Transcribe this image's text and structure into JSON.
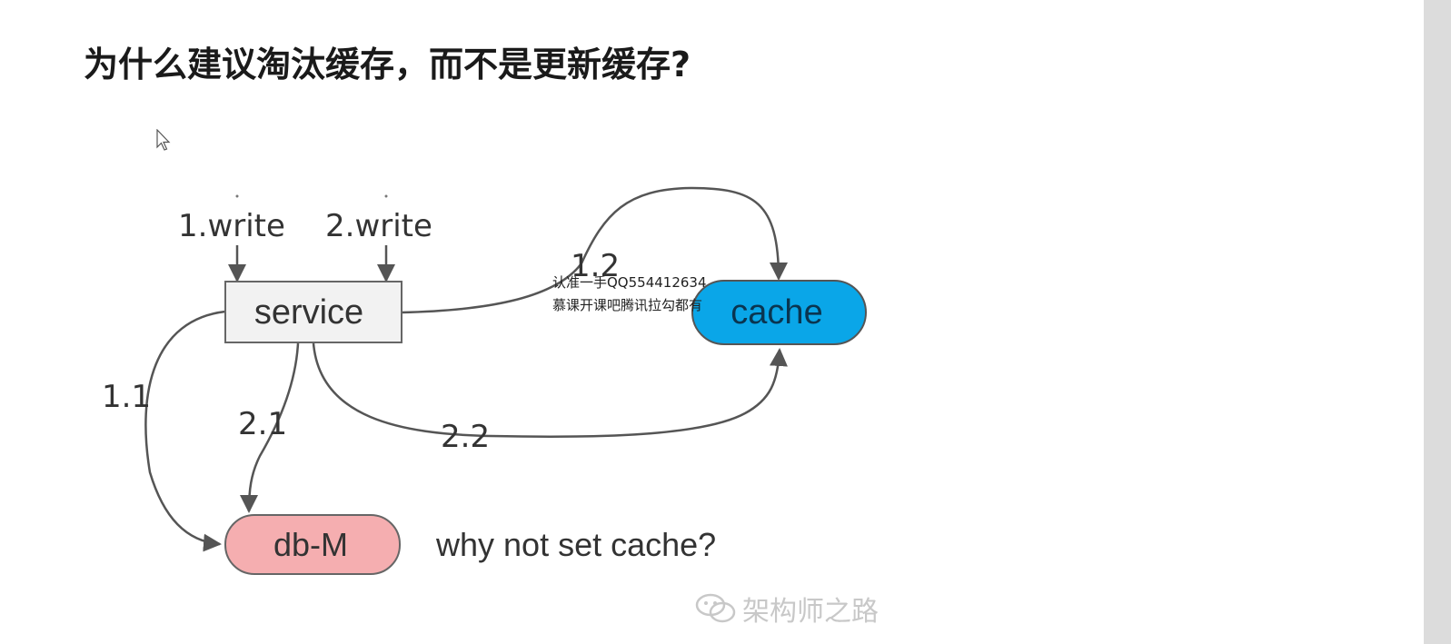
{
  "title": "为什么建议淘汰缓存，而不是更新缓存?",
  "diagram": {
    "nodes": {
      "service": "service",
      "cache": "cache",
      "db": "db-M"
    },
    "labels": {
      "write1": "1.write",
      "write2": "2.write",
      "step_1_1": "1.1",
      "step_1_2": "1.2",
      "step_2_1": "2.1",
      "step_2_2": "2.2"
    },
    "note": "why not set cache?"
  },
  "overlay": {
    "line1": "认准一手QQ554412634",
    "line2": "慕课开课吧腾讯拉勾都有"
  },
  "watermark": {
    "icon": "wechat-icon",
    "text": "架构师之路"
  },
  "colors": {
    "service_fill": "#f2f2f2",
    "cache_fill": "#0aa6e8",
    "db_fill": "#f5aeb0",
    "edge": "#555555"
  }
}
